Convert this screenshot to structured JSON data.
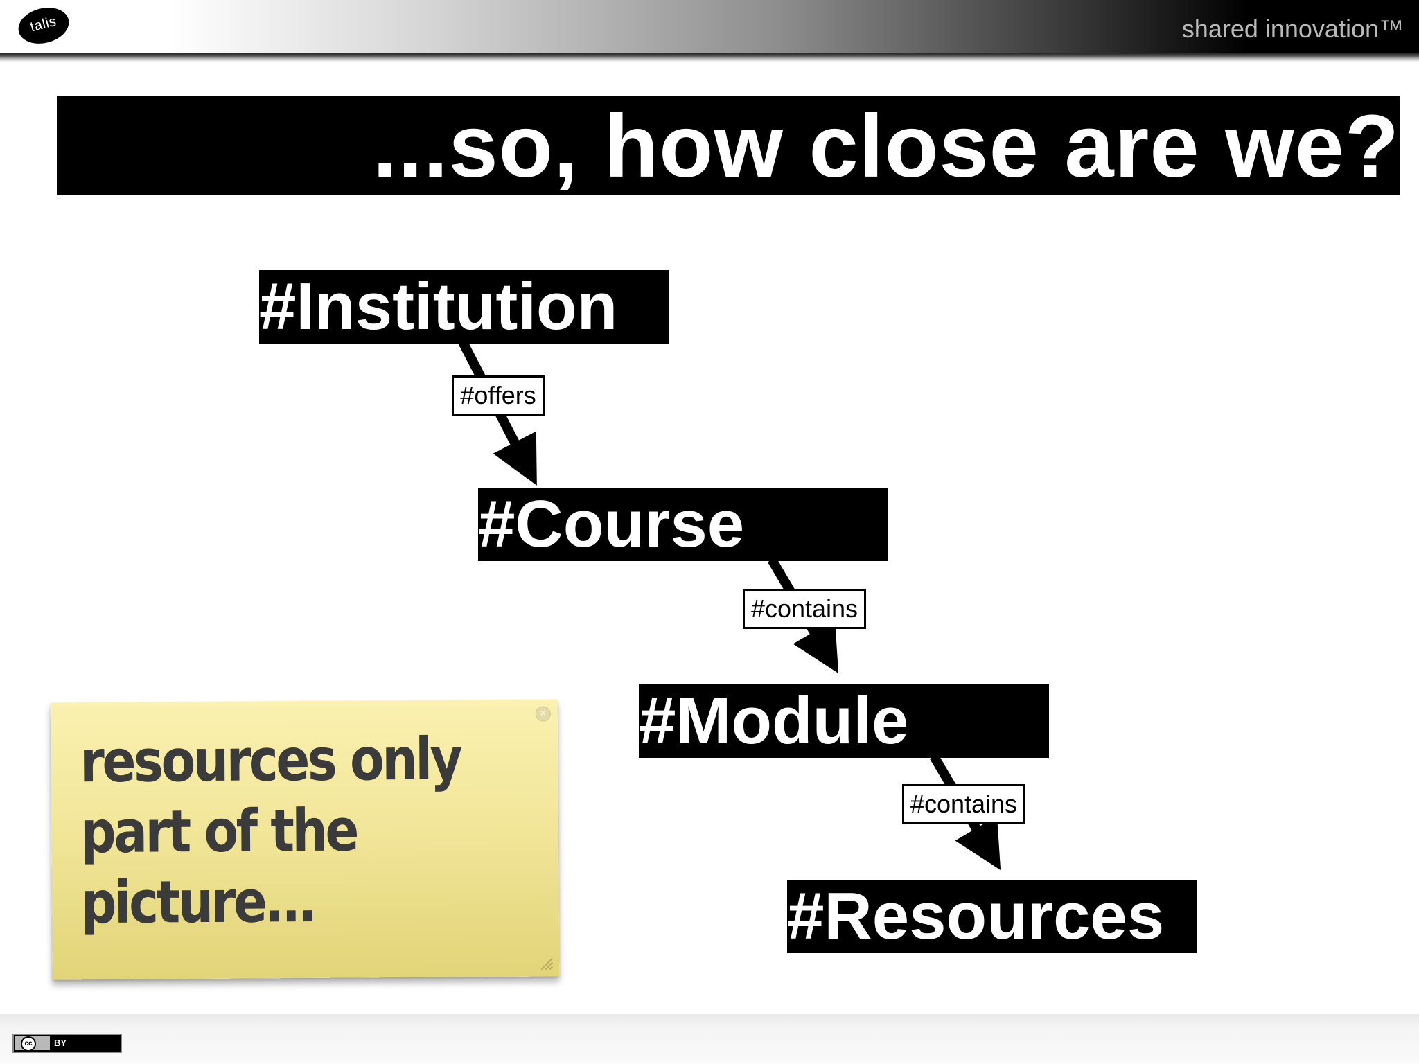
{
  "header": {
    "logo_text": "talis",
    "tagline": "shared innovation™"
  },
  "slide": {
    "title": "...so, how close are we?"
  },
  "diagram": {
    "nodes": [
      "#Institution",
      "#Course",
      "#Module",
      "#Resources"
    ],
    "edges": [
      {
        "from": "#Institution",
        "to": "#Course",
        "label": "#offers"
      },
      {
        "from": "#Course",
        "to": "#Module",
        "label": "#contains"
      },
      {
        "from": "#Module",
        "to": "#Resources",
        "label": "#contains"
      }
    ]
  },
  "sticky_note": {
    "text": "resources only part of the picture...",
    "color": "#f2e69a"
  },
  "footer": {
    "license_badge": "(cc) BY"
  }
}
